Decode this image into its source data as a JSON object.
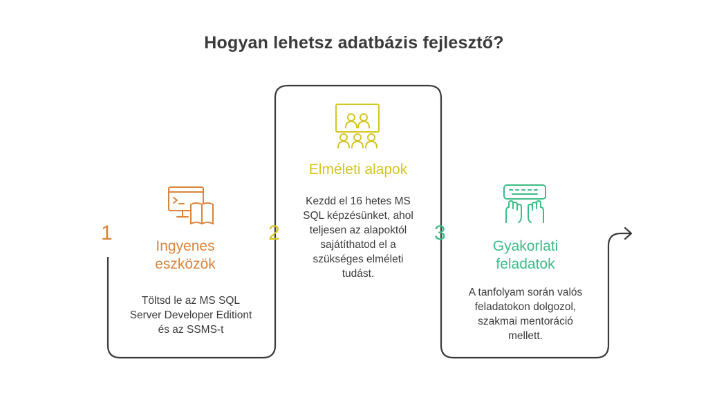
{
  "title": "Hogyan lehetsz adatbázis fejlesztő?",
  "steps": [
    {
      "number": "1",
      "heading": "Ingyenes eszközök",
      "description": "Töltsd le az MS SQL Server Developer Editiont és az SSMS-t",
      "color": "#d9843b",
      "icon": "computer-book-icon"
    },
    {
      "number": "2",
      "heading": "Elméleti alapok",
      "description": "Kezdd el 16 hetes MS SQL képzésünket, ahol teljesen az alapoktól sajátíthatod el a szükséges elméleti tudást.",
      "color": "#d6c51f",
      "icon": "classroom-presentation-icon"
    },
    {
      "number": "3",
      "heading": "Gyakorlati feladatok",
      "description": "A tanfolyam során valós feladatokon dolgozol, szakmai mentoráció mellett.",
      "color": "#3dbb86",
      "icon": "typing-keyboard-icon"
    }
  ]
}
